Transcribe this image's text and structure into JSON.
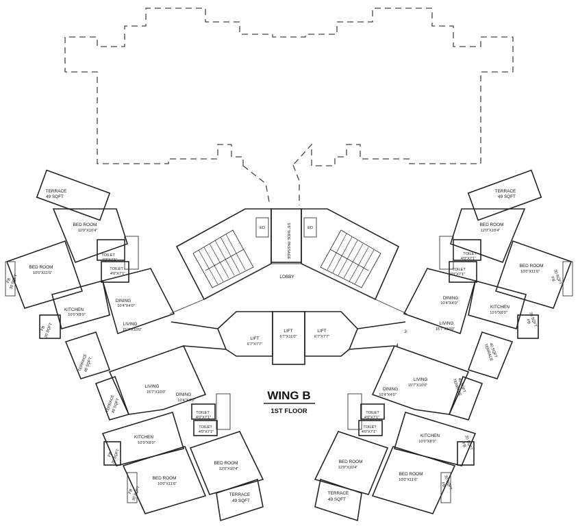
{
  "title": {
    "wing": "WING B",
    "floor": "1ST FLOOR"
  },
  "core": {
    "passage": "5'6\" WIDE PASSAGE",
    "lobby": "LOBBY",
    "duct_left": "ED",
    "duct_right": "ED",
    "lift_left": "LIFT",
    "lift_left_size": "6'7\"X7'7\"",
    "lift_center": "LIFT",
    "lift_center_size": "6'7\"X11'0\"",
    "lift_right": "LIFT",
    "lift_right_size": "6'7\"X7'7\"",
    "flat_no_3": "3",
    "flat_no_4": "4"
  },
  "flats": {
    "top_left": {
      "terrace": "TERRACE",
      "terrace_area": "49 SQFT",
      "bed1": "BED ROOM",
      "bed1_size": "12'0\"X10'4\"",
      "bed2": "BED ROOM",
      "bed2_size": "10'0\"X11'6\"",
      "toilet1": "TOILET",
      "toilet1_size": "4'0\"X7'1\"",
      "toilet2": "TOILET",
      "toilet2_size": "4'0\"X7'1\"",
      "fb_side": "FB",
      "fb_side_area": "30 SQFT",
      "kitchen": "KITCHEN",
      "kitchen_size": "10'0\"X8'0\"",
      "fb": "FB",
      "fb_area": "20 SQFT",
      "dining": "DINING",
      "dining_size": "10'4\"X4'0\"",
      "living": "LIVING",
      "living_size": "15'7\"X10'0\"",
      "terrace2": "TERRACE",
      "terrace2_area": "40 SQFT"
    },
    "bottom_left": {
      "terrace": "TERRACE",
      "terrace_area": "40 SQFT",
      "living": "LIVING",
      "living_size": "15'7\"X10'0\"",
      "dining": "DINING",
      "dining_size": "10'4\"X4'0\"",
      "toilet1": "TOILET",
      "toilet1_size": "4'0\"X7'1\"",
      "toilet2": "TOILET",
      "toilet2_size": "4'0\"X7'1\"",
      "kitchen": "KITCHEN",
      "kitchen_size": "10'0\"X8'0\"",
      "fb": "FB",
      "fb_area": "20 SQFT",
      "bed2": "BED ROOM",
      "bed2_size": "10'0\"X11'6\"",
      "bed1": "BED ROOM",
      "bed1_size": "12'0\"X10'4\"",
      "fb_side": "FB",
      "fb_side_area": "30 SQFT",
      "terrace2": "TERRACE",
      "terrace2_area": "49 SQFT"
    },
    "top_right": {
      "terrace": "TERRACE",
      "terrace_area": "49 SQFT",
      "bed1": "BED ROOM",
      "bed1_size": "12'0\"X10'4\"",
      "toilet1": "TOILET",
      "toilet1_size": "4'0\"X7'1\"",
      "toilet2": "TOILET",
      "toilet2_size": "4'0\"X7'1\"",
      "bed2": "BED ROOM",
      "bed2_size": "10'0\"X11'6\"",
      "fb_side": "FB",
      "fb_side_area": "30 SQFT",
      "dining": "DINING",
      "dining_size": "10'4\"X4'0\"",
      "kitchen": "KITCHEN",
      "kitchen_size": "10'0\"X8'0\"",
      "living": "LIVING",
      "living_size": "15'7\"X10'0\"",
      "fb": "FB",
      "fb_area": "20 SQFT",
      "terrace2": "TERRACE",
      "terrace2_area": "40 SQFT"
    },
    "bottom_right": {
      "living": "LIVING",
      "living_size": "15'7\"X10'0\"",
      "dining": "DINING",
      "dining_size": "10'4\"X4'0\"",
      "terrace": "TERRACE",
      "terrace_area": "40 SQFT",
      "toilet1": "TOILET",
      "toilet1_size": "4'0\"X7'1\"",
      "toilet2": "TOILET",
      "toilet2_size": "4'0\"X7'1\"",
      "kitchen": "KITCHEN",
      "kitchen_size": "10'0\"X8'0\"",
      "fb": "FB",
      "fb_area": "20 SQFT",
      "bed1": "BED ROOM",
      "bed1_size": "12'0\"X10'4\"",
      "bed2": "BED ROOM",
      "bed2_size": "10'0\"X11'6\"",
      "fb_side": "FB",
      "fb_side_area": "30 SQFT",
      "terrace2": "TERRACE",
      "terrace2_area": "49 SQFT"
    }
  }
}
